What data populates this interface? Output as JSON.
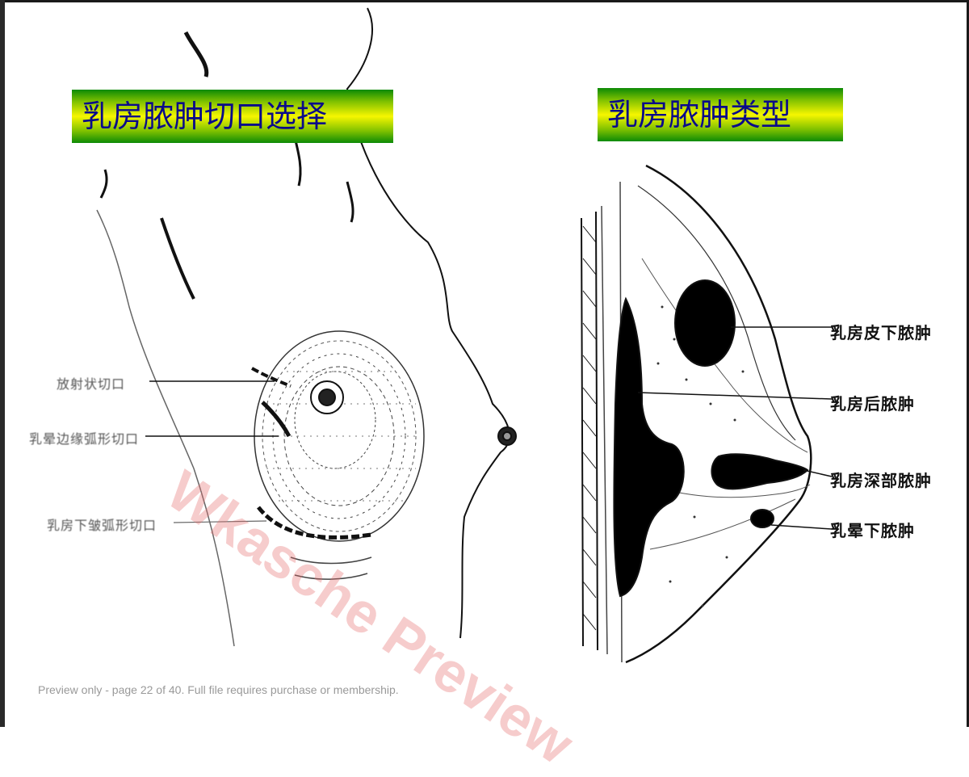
{
  "titles": {
    "left": "乳房脓肿切口选择",
    "right": "乳房脓肿类型"
  },
  "incision_labels": [
    "放射状切口",
    "乳晕边缘弧形切口",
    "乳房下皱弧形切口"
  ],
  "abscess_labels": [
    "乳房皮下脓肿",
    "乳房后脓肿",
    "乳房深部脓肿",
    "乳晕下脓肿"
  ],
  "watermark": "Wkasche Preview",
  "footer": "Preview only - page 22 of 40. Full file requires purchase or membership.",
  "colors": {
    "title_text": "#0a0a8a",
    "title_gradient": [
      "#0c8a06",
      "#f6f600"
    ],
    "watermark": "#e66e6e"
  }
}
